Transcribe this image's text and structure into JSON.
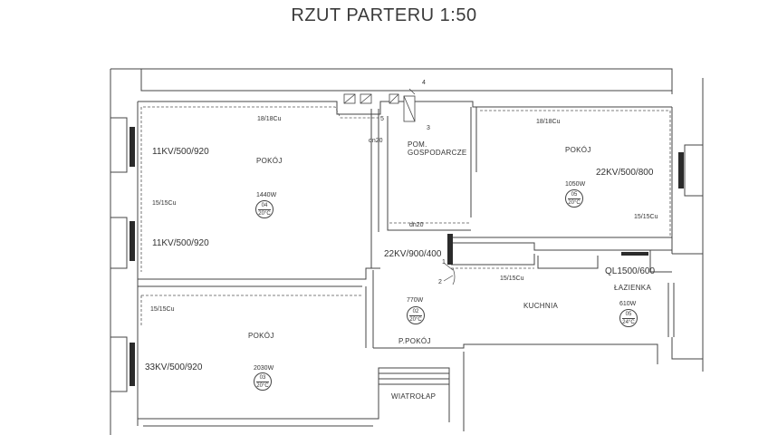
{
  "title": "RZUT PARTERU  1:50",
  "rooms": {
    "pokoj_nw": "POKÓJ",
    "pom_line1": "POM.",
    "pom_line2": "GOSPODARCZE",
    "pokoj_ne": "POKÓJ",
    "kuchnia": "KUCHNIA",
    "lazienka": "ŁAZIENKA",
    "pokoj_sw": "POKÓJ",
    "p_pokoj": "P.POKÓJ",
    "wiatrolap": "WIATROŁAP"
  },
  "radiators": {
    "r1": "11KV/500/920",
    "r2": "11KV/500/920",
    "r3": "22KV/500/800",
    "r4": "22KV/900/400",
    "r5": "QL1500/600",
    "r6": "33KV/500/920"
  },
  "pipes": {
    "p1": "18/18Cu",
    "p2": "18/18Cu",
    "p3": "15/15Cu",
    "p4": "15/15Cu",
    "p5": "15/15Cu",
    "p6": "15/15Cu",
    "dn_top": "dn20",
    "dn_mid": "dn20"
  },
  "powers": {
    "room04": "1440W",
    "room05a": "1050W",
    "room02": "770W",
    "room05b": "610W",
    "room03": "2030W"
  },
  "badges": {
    "b04": {
      "num": "04",
      "temp": "20°C"
    },
    "b05a": {
      "num": "05",
      "temp": "20°C"
    },
    "b02": {
      "num": "02",
      "temp": "20°C"
    },
    "b05b": {
      "num": "05",
      "temp": "24°C"
    },
    "b03": {
      "num": "03",
      "temp": "20°C"
    }
  },
  "markers": {
    "m1": "1",
    "m2": "2",
    "m3": "3",
    "m4": "4",
    "m5": "5"
  }
}
